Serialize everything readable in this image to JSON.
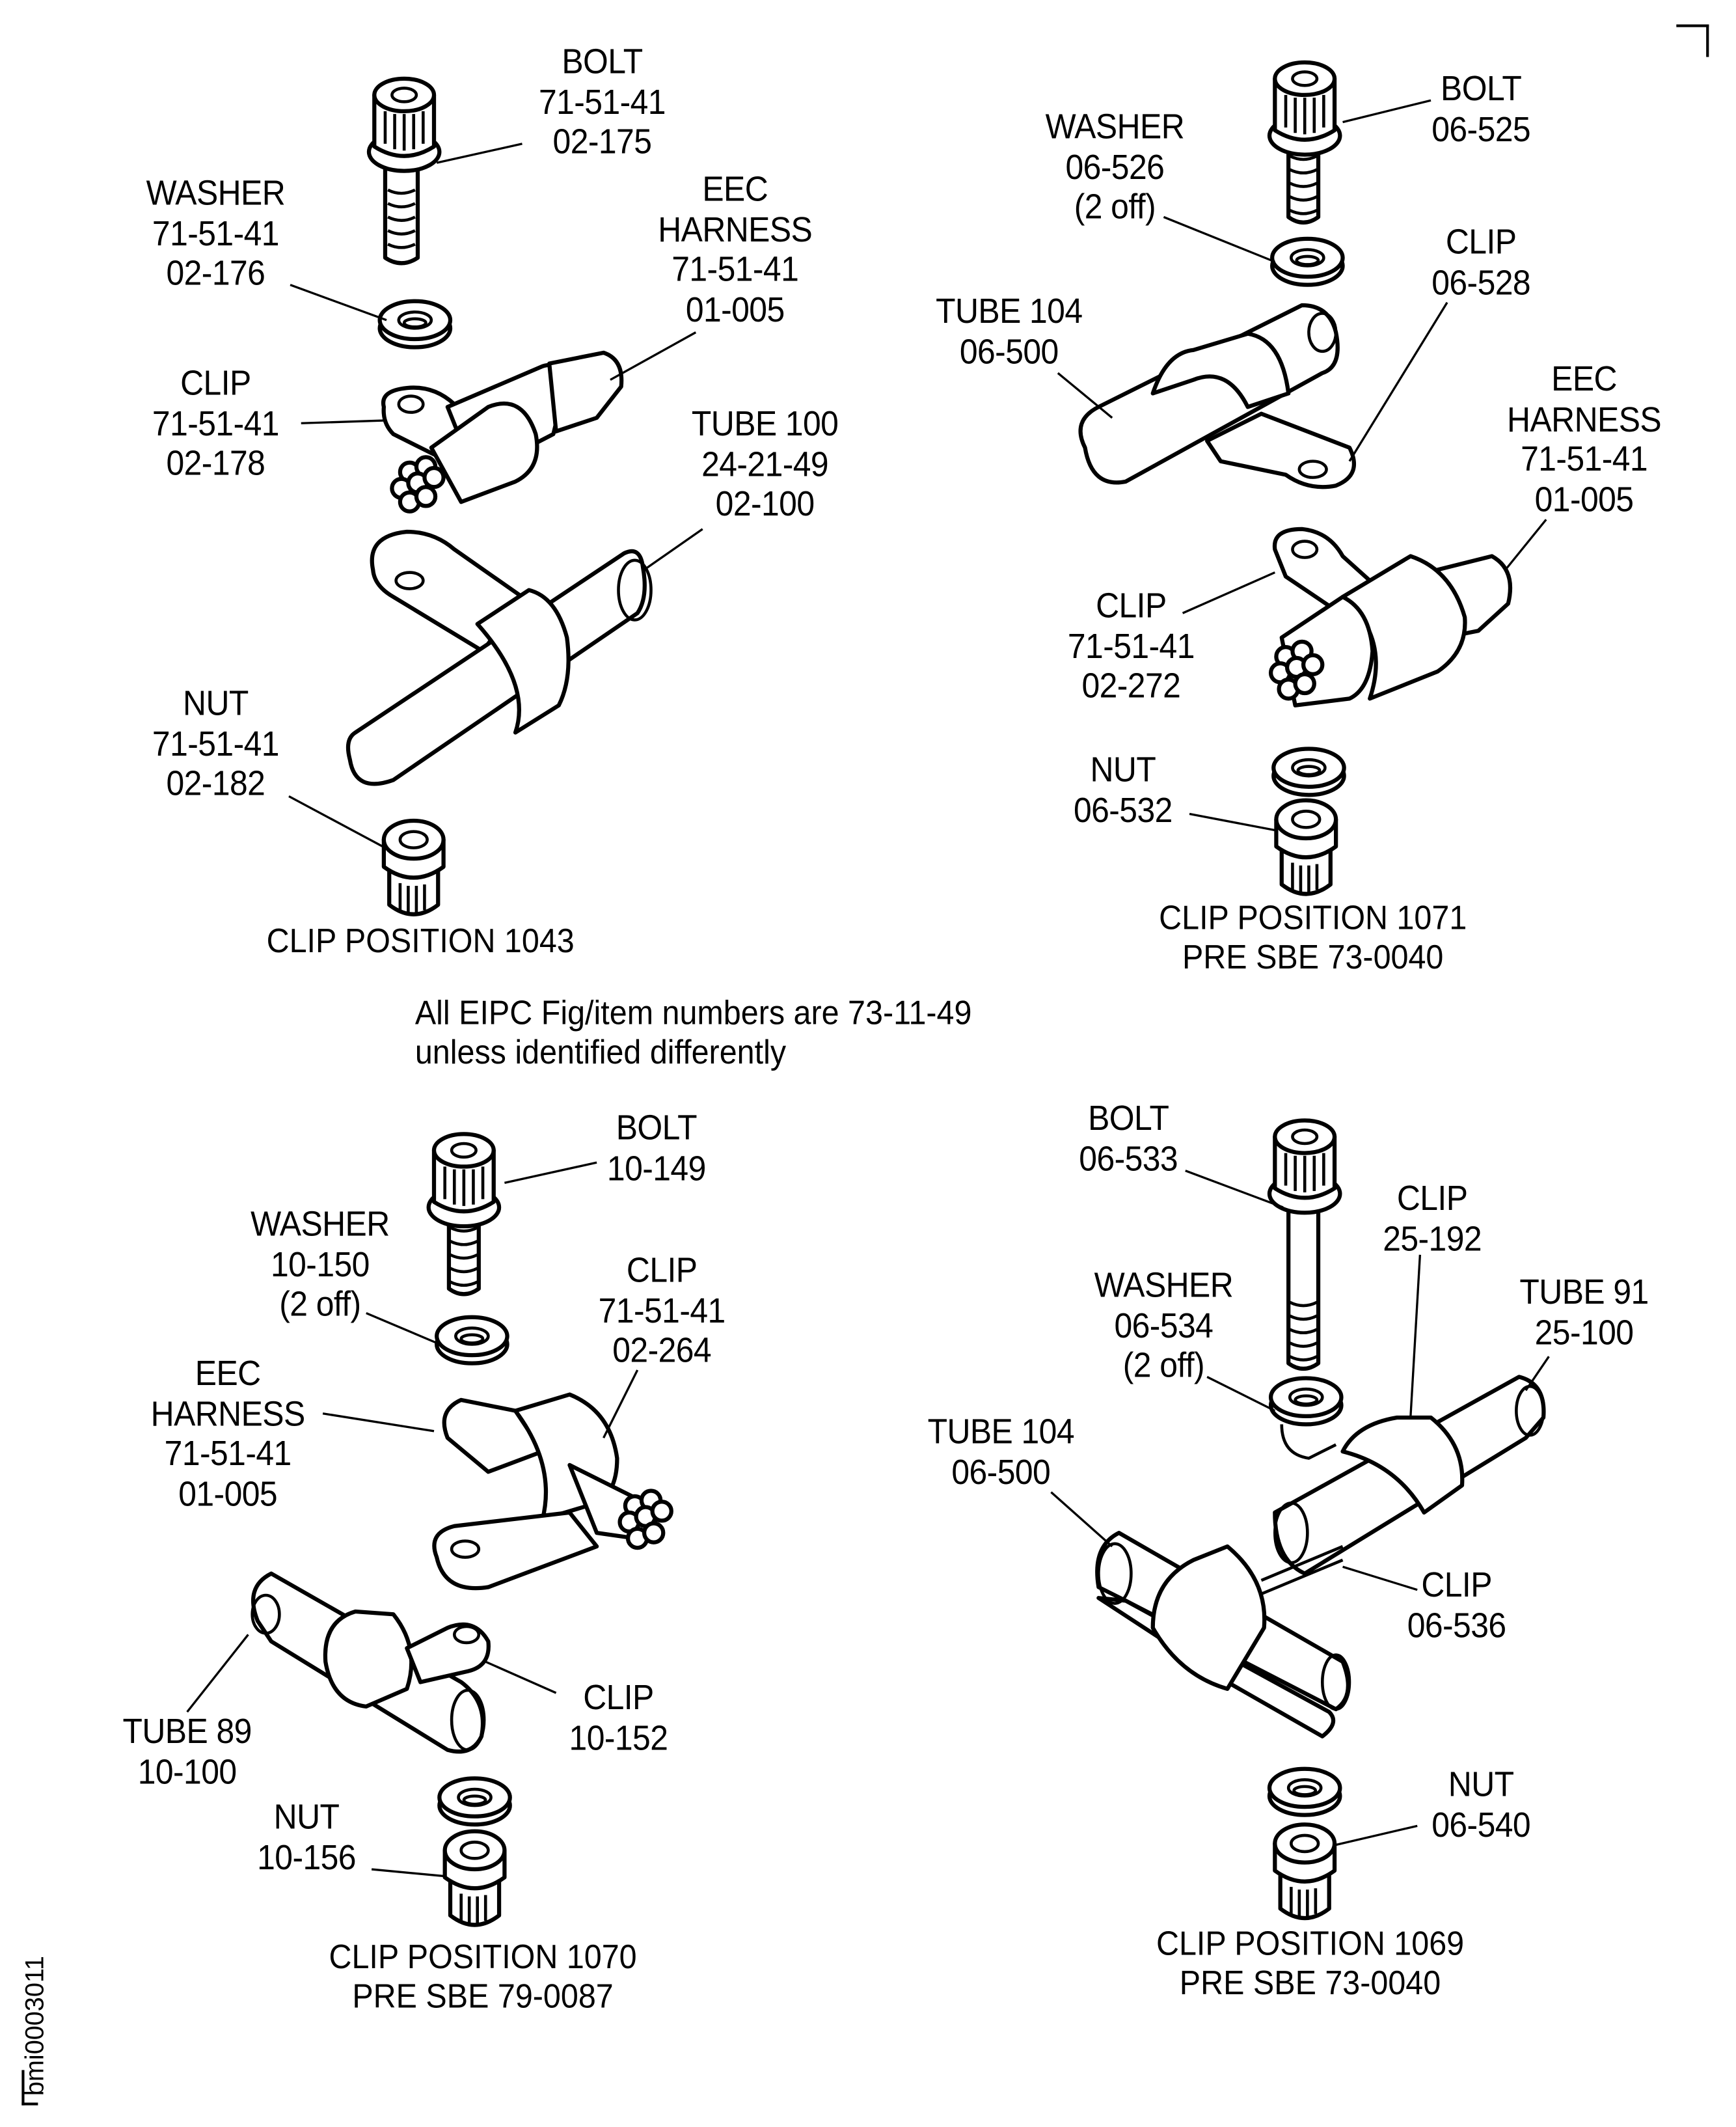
{
  "figure_note": {
    "line1": "All EIPC Fig/item numbers are 73-11-49",
    "line2": "unless identified differently"
  },
  "document_id": "bmi0003011",
  "views": [
    {
      "caption_line1": "CLIP POSITION 1043",
      "caption_line2": "",
      "callouts": [
        {
          "name": "BOLT",
          "lines": [
            "BOLT",
            "71-51-41",
            "02-175"
          ]
        },
        {
          "name": "WASHER",
          "lines": [
            "WASHER",
            "71-51-41",
            "02-176"
          ]
        },
        {
          "name": "EEC HARNESS",
          "lines": [
            "EEC",
            "HARNESS",
            "71-51-41",
            "01-005"
          ]
        },
        {
          "name": "CLIP",
          "lines": [
            "CLIP",
            "71-51-41",
            "02-178"
          ]
        },
        {
          "name": "TUBE 100",
          "lines": [
            "TUBE 100",
            "24-21-49",
            "02-100"
          ]
        },
        {
          "name": "NUT",
          "lines": [
            "NUT",
            "71-51-41",
            "02-182"
          ]
        }
      ]
    },
    {
      "caption_line1": "CLIP POSITION 1071",
      "caption_line2": "PRE SBE 73-0040",
      "callouts": [
        {
          "name": "BOLT",
          "lines": [
            "BOLT",
            "06-525"
          ]
        },
        {
          "name": "WASHER",
          "lines": [
            "WASHER",
            "06-526",
            "(2 off)"
          ]
        },
        {
          "name": "CLIP",
          "lines": [
            "CLIP",
            "06-528"
          ]
        },
        {
          "name": "TUBE 104",
          "lines": [
            "TUBE 104",
            "06-500"
          ]
        },
        {
          "name": "EEC HARNESS",
          "lines": [
            "EEC",
            "HARNESS",
            "71-51-41",
            "01-005"
          ]
        },
        {
          "name": "CLIP",
          "lines": [
            "CLIP",
            "71-51-41",
            "02-272"
          ]
        },
        {
          "name": "NUT",
          "lines": [
            "NUT",
            "06-532"
          ]
        }
      ]
    },
    {
      "caption_line1": "CLIP POSITION 1070",
      "caption_line2": "PRE SBE 79-0087",
      "callouts": [
        {
          "name": "BOLT",
          "lines": [
            "BOLT",
            "10-149"
          ]
        },
        {
          "name": "WASHER",
          "lines": [
            "WASHER",
            "10-150",
            "(2 off)"
          ]
        },
        {
          "name": "CLIP",
          "lines": [
            "CLIP",
            "71-51-41",
            "02-264"
          ]
        },
        {
          "name": "EEC HARNESS",
          "lines": [
            "EEC",
            "HARNESS",
            "71-51-41",
            "01-005"
          ]
        },
        {
          "name": "TUBE 89",
          "lines": [
            "TUBE 89",
            "10-100"
          ]
        },
        {
          "name": "CLIP",
          "lines": [
            "CLIP",
            "10-152"
          ]
        },
        {
          "name": "NUT",
          "lines": [
            "NUT",
            "10-156"
          ]
        }
      ]
    },
    {
      "caption_line1": "CLIP POSITION 1069",
      "caption_line2": "PRE SBE 73-0040",
      "callouts": [
        {
          "name": "BOLT",
          "lines": [
            "BOLT",
            "06-533"
          ]
        },
        {
          "name": "CLIP",
          "lines": [
            "CLIP",
            "25-192"
          ]
        },
        {
          "name": "TUBE 91",
          "lines": [
            "TUBE 91",
            "25-100"
          ]
        },
        {
          "name": "WASHER",
          "lines": [
            "WASHER",
            "06-534",
            "(2 off)"
          ]
        },
        {
          "name": "TUBE 104",
          "lines": [
            "TUBE 104",
            "06-500"
          ]
        },
        {
          "name": "CLIP",
          "lines": [
            "CLIP",
            "06-536"
          ]
        },
        {
          "name": "NUT",
          "lines": [
            "NUT",
            "06-540"
          ]
        }
      ]
    }
  ]
}
